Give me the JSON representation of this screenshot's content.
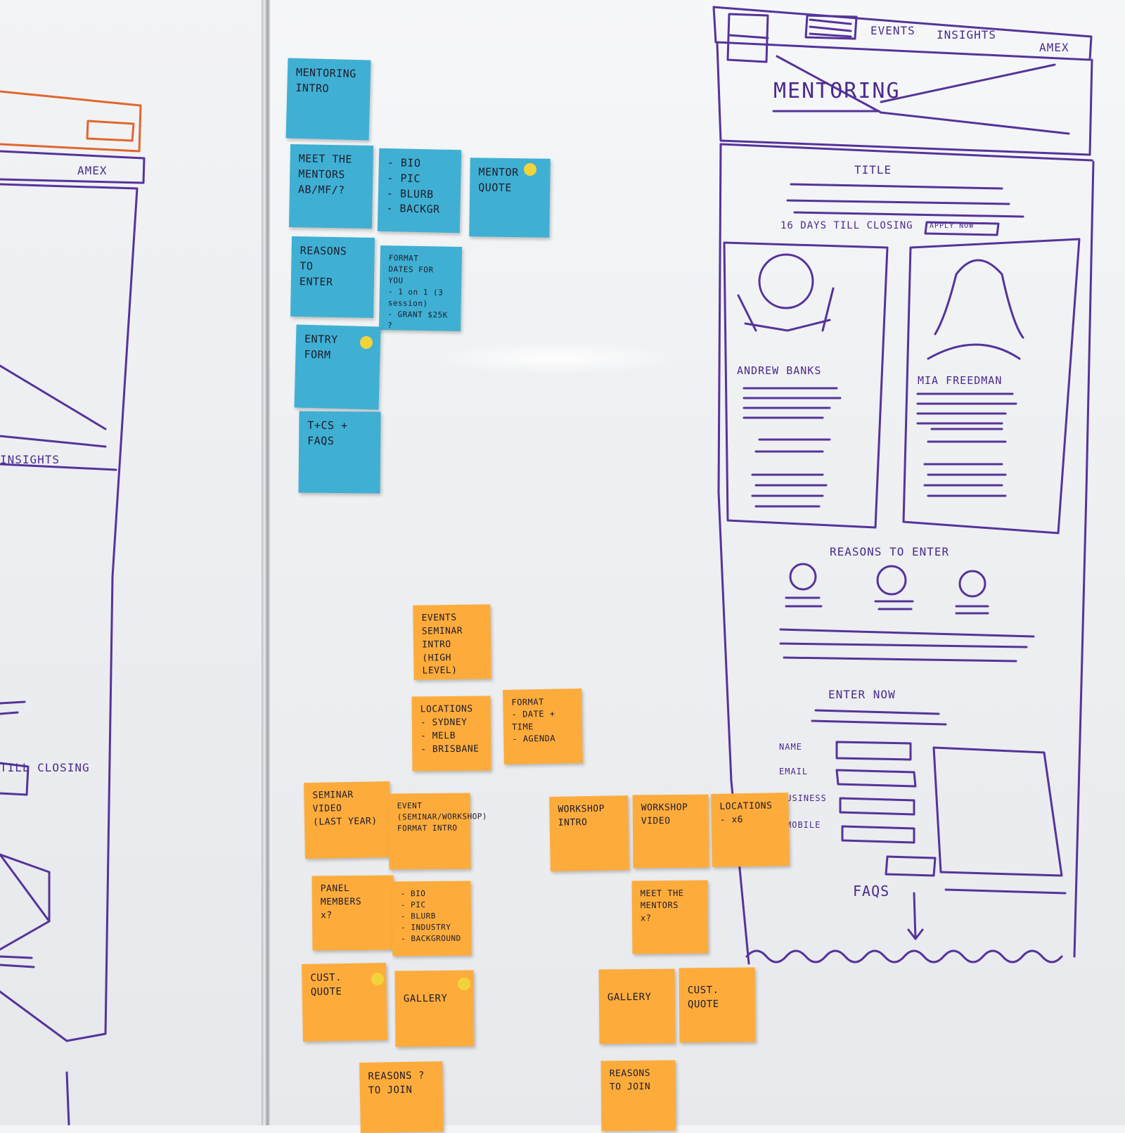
{
  "blue_notes": [
    {
      "text": "MENTORING\nINTRO"
    },
    {
      "text": "MEET THE\nMENTORS\nAB/MF/?"
    },
    {
      "text": "- BIO\n- PIC\n- BLURB\n- BACKGR"
    },
    {
      "text": "MENTOR\nQUOTE"
    },
    {
      "text": "REASONS\nTO\nENTER"
    },
    {
      "text": "FORMAT\nDATES FOR YOU\n- 1 on 1 (3 session)\n- GRANT $25K\n?"
    },
    {
      "text": "ENTRY\nFORM"
    },
    {
      "text": "T+CS +\nFAQS"
    }
  ],
  "orange_notes": [
    {
      "text": "EVENTS\nSEMINAR\nINTRO\n(HIGH LEVEL)"
    },
    {
      "text": "LOCATIONS\n- SYDNEY\n- MELB\n- BRISBANE"
    },
    {
      "text": "FORMAT\n- DATE + TIME\n- AGENDA"
    },
    {
      "text": "SEMINAR\nVIDEO\n(LAST YEAR)"
    },
    {
      "text": "EVENT\n(SEMINAR/WORKSHOP)\nFORMAT INTRO"
    },
    {
      "text": "WORKSHOP\nINTRO"
    },
    {
      "text": "WORKSHOP\nVIDEO"
    },
    {
      "text": "LOCATIONS\n- x6"
    },
    {
      "text": "PANEL\nMEMBERS\nx?"
    },
    {
      "text": "- BIO\n- PIC\n- BLURB\n- INDUSTRY\n- BACKGROUND"
    },
    {
      "text": "MEET THE\nMENTORS\nx?"
    },
    {
      "text": "CUST.\nQUOTE"
    },
    {
      "text": "GALLERY"
    },
    {
      "text": "GALLERY"
    },
    {
      "text": "CUST.\nQUOTE"
    },
    {
      "text": "REASONS ?\nTO JOIN"
    },
    {
      "text": "REASONS\nTO JOIN"
    }
  ],
  "sketch": {
    "nav": [
      "EVENTS",
      "INSIGHTS"
    ],
    "nav_right": "AMEX",
    "hero_title": "MENTORING",
    "section_title": "TITLE",
    "countdown": "16 DAYS TILL CLOSING",
    "countdown_button": "APPLY NOW",
    "mentor_names": [
      "ANDREW BANKS",
      "MIA FREEDMAN"
    ],
    "reasons_heading": "REASONS TO ENTER",
    "entry_heading": "ENTER NOW",
    "form_labels": [
      "NAME",
      "EMAIL",
      "BUSINESS",
      "MOBILE"
    ],
    "faqs": "FAQS"
  },
  "left_board": {
    "top_label": "AMEX",
    "mid_label": "INSIGHTS",
    "lower_label": "TILL CLOSING"
  }
}
